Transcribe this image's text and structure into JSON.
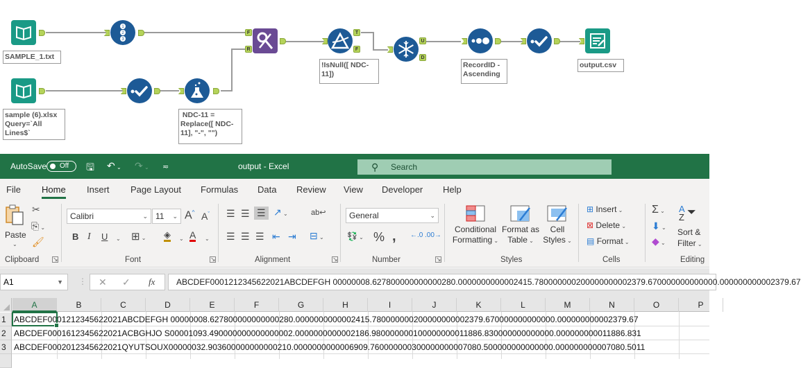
{
  "workflow": {
    "tools": [
      {
        "id": "input1",
        "type": "input-data",
        "annotation": "SAMPLE_1.txt"
      },
      {
        "id": "recordid",
        "type": "record-id",
        "annotation": ""
      },
      {
        "id": "input2",
        "type": "input-data",
        "annotation": "sample (6).xlsx\nQuery=`All\nLines$`"
      },
      {
        "id": "select2",
        "type": "select",
        "annotation": ""
      },
      {
        "id": "formula",
        "type": "formula",
        "annotation": " NDC-11 =\nReplace([ NDC-\n11], \"-\", \"\")"
      },
      {
        "id": "findreplace",
        "type": "find-replace",
        "annotation": "",
        "anchors_in": [
          "F",
          "R"
        ]
      },
      {
        "id": "filter",
        "type": "filter",
        "annotation": "!IsNull([ NDC-\n11])",
        "anchors_out": [
          "T",
          "F"
        ]
      },
      {
        "id": "unique",
        "type": "unique",
        "annotation": "",
        "anchors_out": [
          "U",
          "D"
        ]
      },
      {
        "id": "sort",
        "type": "sort",
        "annotation": "RecordID -\nAscending"
      },
      {
        "id": "select3",
        "type": "select",
        "annotation": ""
      },
      {
        "id": "output",
        "type": "output-data",
        "annotation": "output.csv"
      }
    ]
  },
  "excel": {
    "titlebar": {
      "autosave_label": "AutoSave",
      "autosave_state": "Off",
      "doc_title": "output  -  Excel",
      "search_placeholder": "Search"
    },
    "tabs": [
      "File",
      "Home",
      "Insert",
      "Page Layout",
      "Formulas",
      "Data",
      "Review",
      "View",
      "Developer",
      "Help"
    ],
    "active_tab": "Home",
    "ribbon": {
      "clipboard": {
        "label": "Clipboard",
        "paste": "Paste"
      },
      "font": {
        "label": "Font",
        "font_name": "Calibri",
        "font_size": "11",
        "bold": "B",
        "italic": "I",
        "underline": "U",
        "grow": "A^",
        "shrink": "Aˇ",
        "font_color": "A"
      },
      "alignment": {
        "label": "Alignment"
      },
      "number": {
        "label": "Number",
        "format": "General",
        "percent": "%",
        "comma": "9"
      },
      "styles": {
        "label": "Styles",
        "conditional_1": "Conditional",
        "conditional_2": "Formatting",
        "format_table_1": "Format as",
        "format_table_2": "Table",
        "cell_styles_1": "Cell",
        "cell_styles_2": "Styles"
      },
      "cells": {
        "label": "Cells",
        "insert": "Insert",
        "delete": "Delete",
        "format": "Format"
      },
      "editing": {
        "label": "Editing",
        "sort_1": "Sort &",
        "sort_2": "Filter",
        "sigma": "Σ"
      }
    },
    "formula_bar": {
      "name_box": "A1",
      "cancel": "✕",
      "enter": "✓",
      "fx": "fx",
      "content": "ABCDEF0001212345622021ABCDEFGH 00000008.627800000000000280.0000000000002415.780000000200000000002379.670000000000000.000000000002379.67"
    },
    "columns": [
      "A",
      "B",
      "C",
      "D",
      "E",
      "F",
      "G",
      "H",
      "I",
      "J",
      "K",
      "L",
      "M",
      "N",
      "O",
      "P"
    ],
    "rows": [
      {
        "num": "1",
        "A": "ABCDEF0001212345622021ABCDEFGH 00000008.627800000000000280.0000000000002415.780000000200000000002379.670000000000000.000000000002379.67"
      },
      {
        "num": "2",
        "A": "ABCDEF0001612345622021ACBGHJO S00001093.490000000000000002.0000000000002186.980000000100000000011886.830000000000000.000000000011886.831"
      },
      {
        "num": "3",
        "A": "ABCDEF0002012345622021QYUTSOUX00000032.903600000000000210.0000000000006909.760000000300000000007080.500000000000000.000000000007080.5011"
      }
    ]
  }
}
